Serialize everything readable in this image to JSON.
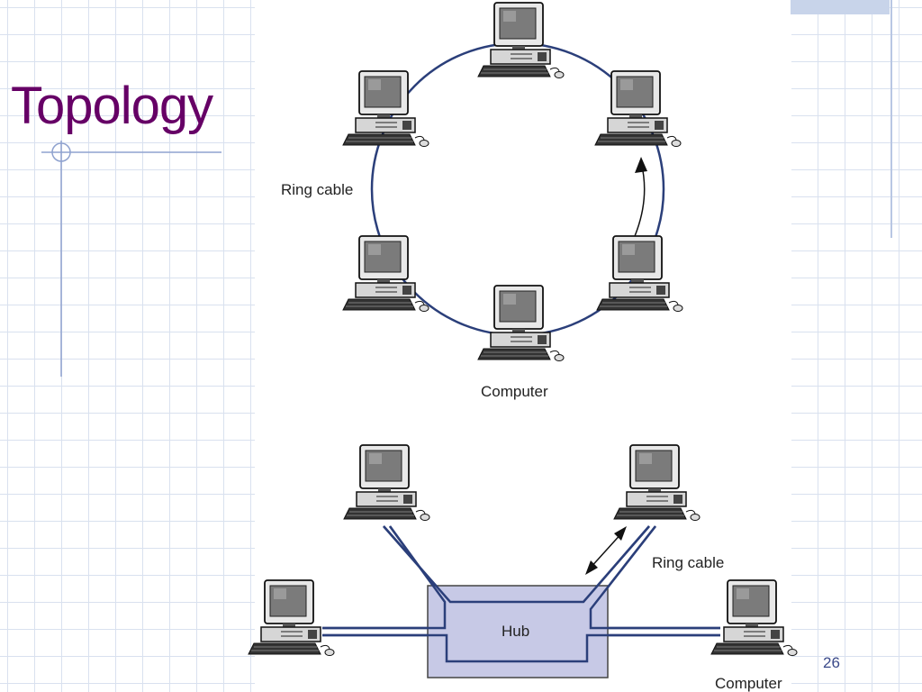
{
  "slide": {
    "title": "Topology",
    "page_number": "26"
  },
  "ring_diagram": {
    "cable_label": "Ring cable",
    "computer_label": "Computer"
  },
  "hub_diagram": {
    "hub_label": "Hub",
    "cable_label": "Ring cable",
    "computer_label": "Computer"
  },
  "colors": {
    "title": "#660066",
    "cable": "#2b3f7a",
    "hub_fill": "#c7c9e6",
    "grid": "#d9e1ef"
  }
}
